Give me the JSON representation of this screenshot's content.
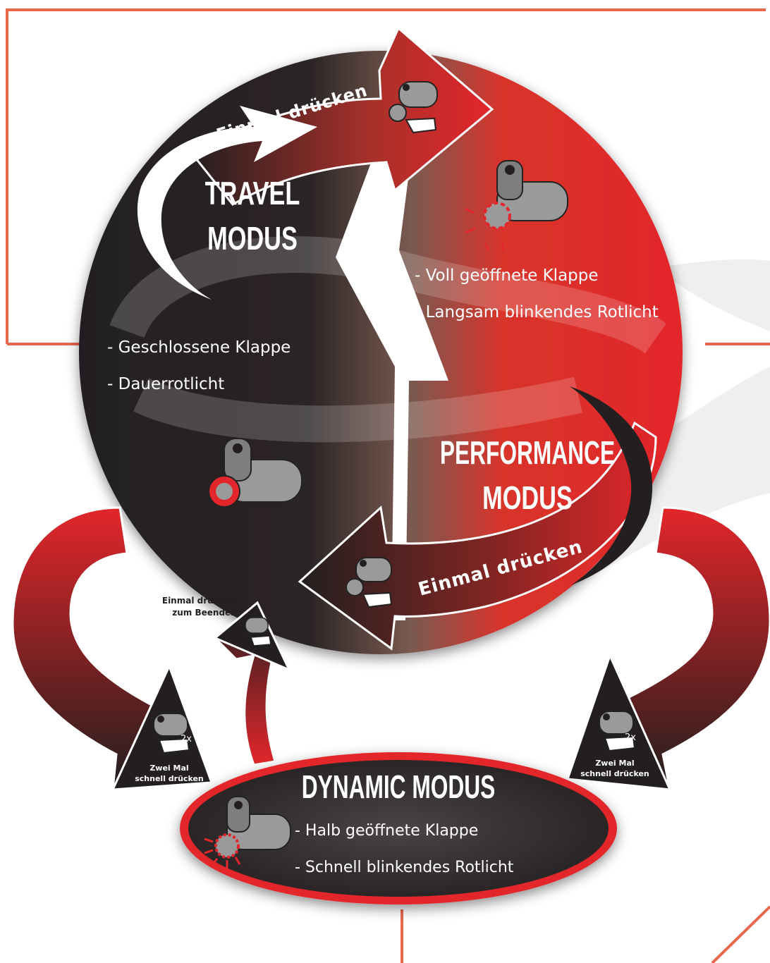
{
  "travel": {
    "title_line1": "TRAVEL",
    "title_line2": "MODUS",
    "features": [
      "-  Geschlossene Klappe",
      "-  Dauerrotlicht"
    ]
  },
  "performance": {
    "title_line1": "PERFORMANCE",
    "title_line2": "MODUS",
    "features": [
      "-  Voll geöffnete Klappe",
      "-  Langsam blinkendes Rotlicht"
    ]
  },
  "dynamic": {
    "title": "DYNAMIC MODUS",
    "features": [
      "- Halb geöffnete Klappe",
      "- Schnell blinkendes Rotlicht"
    ]
  },
  "arrows": {
    "top_label": "Einmal drücken",
    "bottom_label": "Einmal drücken",
    "exit_line1": "Einmal drücken",
    "exit_line2": "zum Beenden",
    "left_line1": "Zwei Mal",
    "left_line2": "schnell drücken",
    "left_badge": "2x",
    "right_line1": "Zwei Mal",
    "right_line2": "schnell drücken",
    "right_badge": "2x"
  },
  "colors": {
    "accent_red": "#e3262b",
    "dark": "#231f20",
    "frame_orange": "#e8674d",
    "device_grey": "#9a9a9a"
  },
  "icons": [
    "exhaust-valve-icon",
    "press-hand-icon",
    "red-light-icon"
  ]
}
